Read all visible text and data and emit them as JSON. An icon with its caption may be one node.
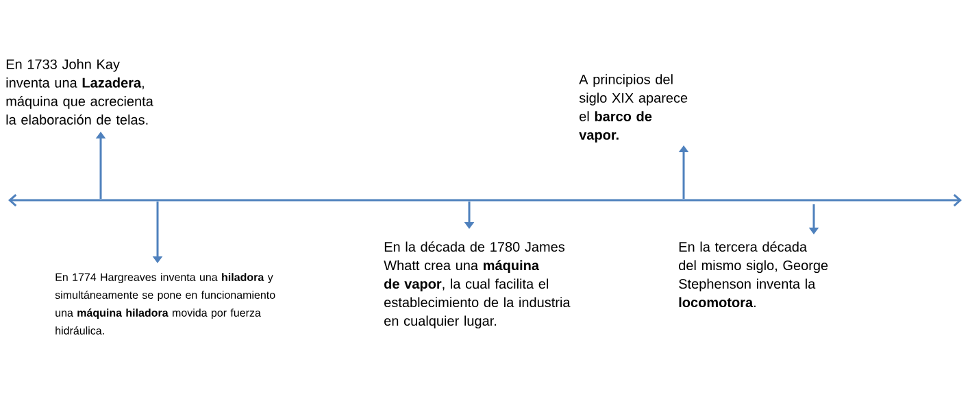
{
  "diagram": {
    "nodes": [
      {
        "text": [
          "En 1733 John Kay inventa una **Lazadera**, máquina que acrecienta la elaboración de telas."
        ]
      },
      {
        "text": [
          "En 1774 Hargreaves inventa una **hiladora** y simultáneamente se pone en funcionamiento una **máquina hiladora** movida por fuerza hidráulica."
        ]
      },
      {
        "text": [
          "En la década de 1780 James Whatt crea una **máquina de vapor**, la cual facilita el establecimiento de la industria en cualquier lugar."
        ]
      },
      {
        "text": [
          "A principios del siglo XIX aparece el **barco de vapor.**"
        ]
      },
      {
        "text": [
          "En la tercera década del mismo siglo, George Stephenson inventa la **locomotora**."
        ]
      }
    ],
    "edges": [
      {
        "from": null,
        "to": 0,
        "arrow": "to"
      },
      {
        "from": null,
        "to": 1,
        "arrow": "to"
      },
      {
        "from": null,
        "to": 2,
        "arrow": "to"
      },
      {
        "from": null,
        "to": 3,
        "arrow": "to"
      },
      {
        "from": null,
        "to": 4,
        "arrow": "to"
      }
    ]
  }
}
